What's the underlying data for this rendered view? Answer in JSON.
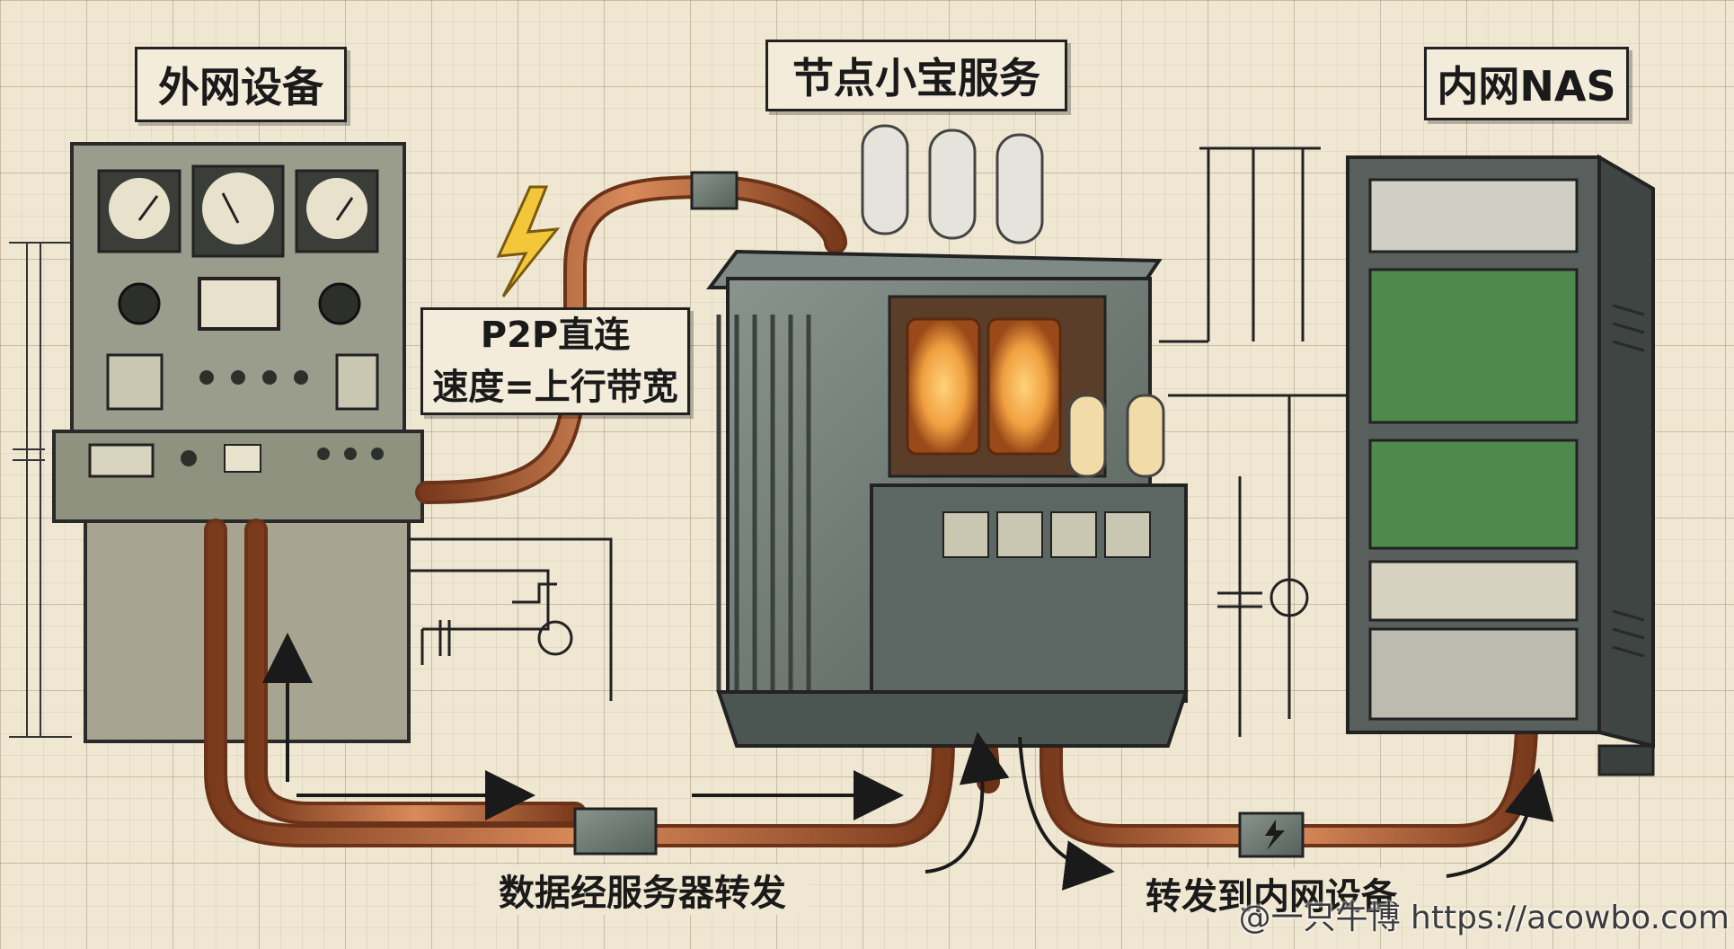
{
  "labels": {
    "external_device": "外网设备",
    "node_service": "节点小宝服务",
    "lan_nas": "内网NAS",
    "p2p_line1": "P2P直连",
    "p2p_line2": "速度=上行带宽",
    "via_server": "数据经服务器转发",
    "to_lan": "转发到内网设备"
  },
  "watermark": "@一只牛博 https://acowbo.com",
  "colors": {
    "paper": "#efe7d2",
    "copper": "#b8643a",
    "metal": "#6f7a75",
    "ink": "#1a1a1a",
    "circuit_board": "#4e8a4c",
    "glow": "#f0a040"
  }
}
